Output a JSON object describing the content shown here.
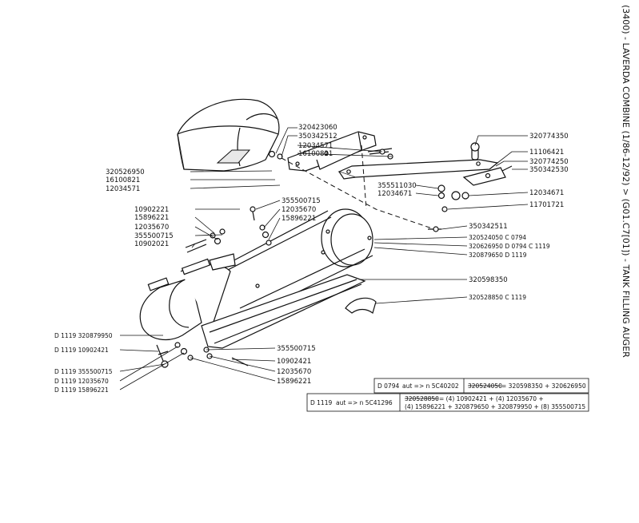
{
  "header": {
    "title": "(3400) - LAVERDA COMBINE (1/86-12/92) > (G01.C7[01]) - TANK FILLING AUGER"
  },
  "callouts": {
    "c1": "320423060",
    "c2": "350342512",
    "c3": "12034571",
    "c4": "16100821",
    "c5": "320774350",
    "c6": "11106421",
    "c7": "320774250",
    "c8": "350342530",
    "c9": "320526950",
    "c10": "16100821",
    "c11": "12034571",
    "c12": "355511030",
    "c13": "12034671",
    "c14": "12034671",
    "c15": "11701721",
    "c16": "355500715",
    "c17": "12035670",
    "c18": "15896221",
    "c19": "10902221",
    "c20": "15896221",
    "c21": "12035670",
    "c22": "355500715",
    "c23": "10902021",
    "c24": "350342511",
    "c25": "320524050 C 0794",
    "c26": "320626950 D 0794 C 1119",
    "c27": "320879650 D 1119",
    "c28": "320598350",
    "c29": "320528850 C 1119",
    "c30": "D 1119 320879950",
    "c31": "D 1119   10902421",
    "c32": "D 1119 355500715",
    "c33": "D 1119   12035670",
    "c34": "D 1119   15896221",
    "c35": "355500715",
    "c36": "10902421",
    "c37": "12035670",
    "c38": "15896221"
  },
  "notes": {
    "row1": {
      "code": "D 0794",
      "aut": "aut =>  n 5C40202",
      "old": "320524050",
      "eq": "= 320598350 + 320626950"
    },
    "row2": {
      "code": "D 1119",
      "aut": "aut =>  n 5C41296",
      "old": "320528850",
      "eq1": "= (4) 10902421 + (4) 12035670 +",
      "eq2": "(4) 15896221 + 320879650 + 320879950 + (8) 355500715"
    }
  }
}
